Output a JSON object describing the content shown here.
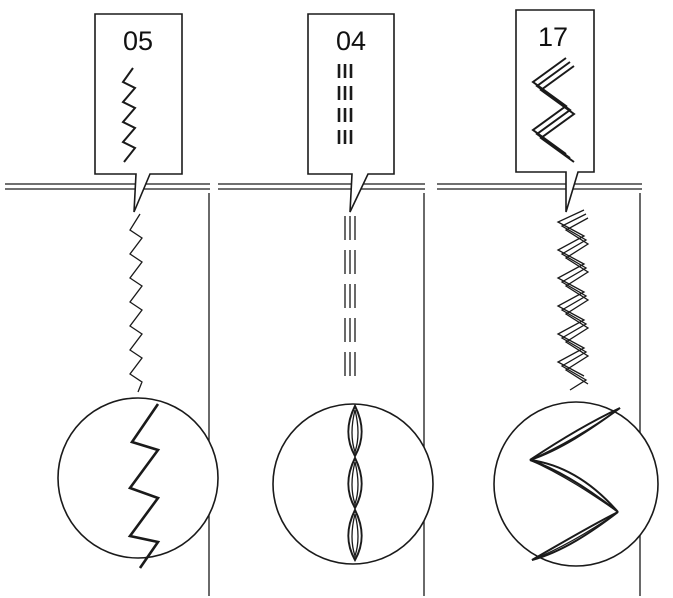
{
  "diagram": {
    "panels": [
      {
        "id": "zigzag",
        "pattern_code": "05",
        "stitch_type": "zigzag-icon"
      },
      {
        "id": "straight",
        "pattern_code": "04",
        "stitch_type": "triple-straight-icon"
      },
      {
        "id": "triple-zigzag",
        "pattern_code": "17",
        "stitch_type": "triple-zigzag-icon"
      }
    ],
    "colors": {
      "ink": "#1a1a1a",
      "background": "#ffffff"
    }
  }
}
